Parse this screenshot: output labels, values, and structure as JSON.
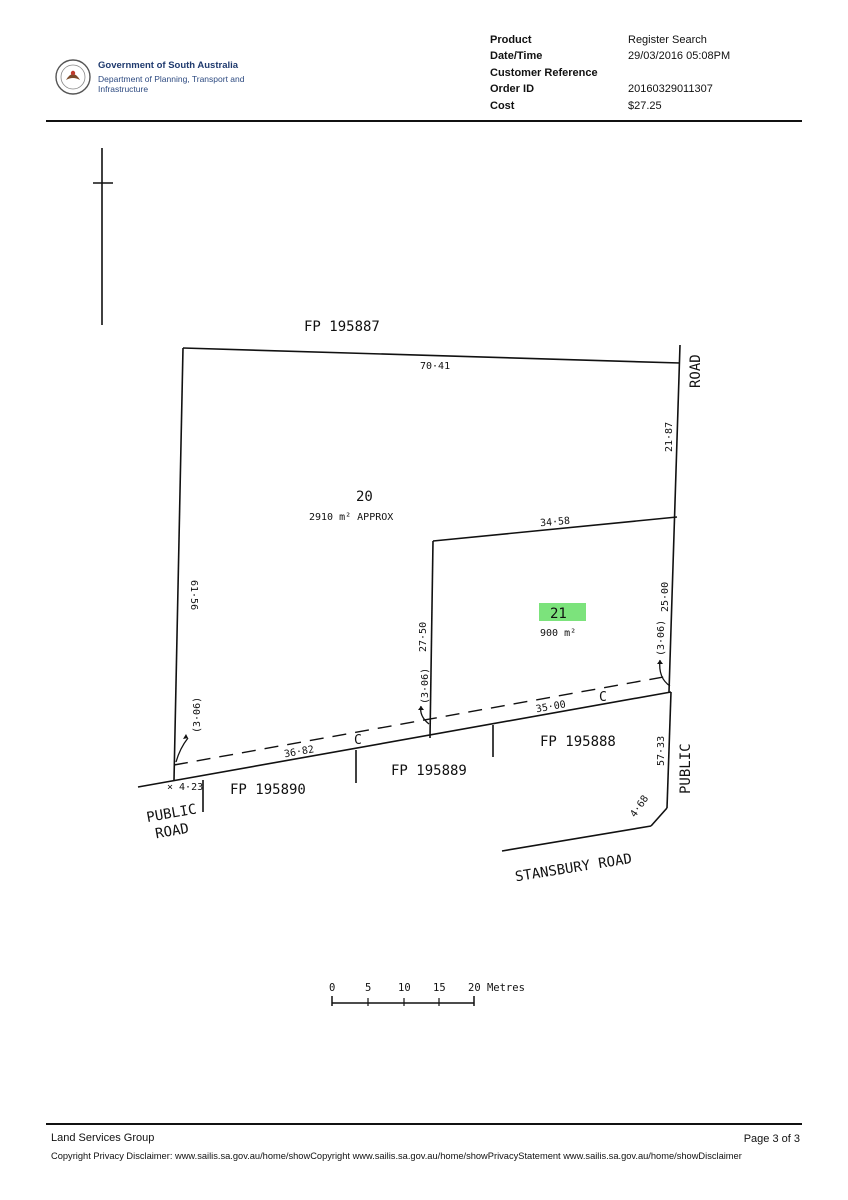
{
  "header": {
    "org_name": "Government of South Australia",
    "org_department": "Department of Planning, Transport and Infrastructure",
    "emblem_icon": "state-badge-icon",
    "meta": [
      {
        "label": "Product",
        "value": "Register Search"
      },
      {
        "label": "Date/Time",
        "value": "29/03/2016 05:08PM"
      },
      {
        "label": "Customer Reference",
        "value": ""
      },
      {
        "label": "Order ID",
        "value": "20160329011307"
      },
      {
        "label": "Cost",
        "value": "$27.25"
      }
    ]
  },
  "plan": {
    "north_arrow_icon": "north-arrow-icon",
    "neighbours": {
      "north": "FP 195887",
      "south_west": "FP 195890",
      "south_mid": "FP 195889",
      "south_east": "FP 195888"
    },
    "roads": {
      "east": "ROAD",
      "east_lower": "PUBLIC",
      "south_west_line1": "PUBLIC",
      "south_west_line2": "ROAD",
      "south": "STANSBURY ROAD"
    },
    "lot20": {
      "number": "20",
      "area": "2910 m² APPROX"
    },
    "lot21": {
      "number": "21",
      "area": "900 m²",
      "highlight_color": "#6ee06e"
    },
    "dimensions": {
      "north": "70·41",
      "east_upper": "21·87",
      "west": "61·56",
      "lot21_north": "34·58",
      "lot21_west": "27·50",
      "lot21_east": "25·00",
      "south_east_segment": "35·00",
      "south_west_segment": "36·82",
      "corner_sw": "× 4·23",
      "east_lower": "57·33",
      "splay": "4·68",
      "offset_west": "(3·06)",
      "offset_mid": "(3·06)",
      "offset_east": "(3·06)",
      "easement_mark_1": "C",
      "easement_mark_2": "C"
    },
    "scale": {
      "ticks": [
        "0",
        "5",
        "10",
        "15",
        "20 Metres"
      ]
    }
  },
  "footer": {
    "group": "Land Services Group",
    "page": "Page 3 of 3",
    "disclaimer": "Copyright Privacy Disclaimer: www.sailis.sa.gov.au/home/showCopyright www.sailis.sa.gov.au/home/showPrivacyStatement www.sailis.sa.gov.au/home/showDisclaimer"
  }
}
